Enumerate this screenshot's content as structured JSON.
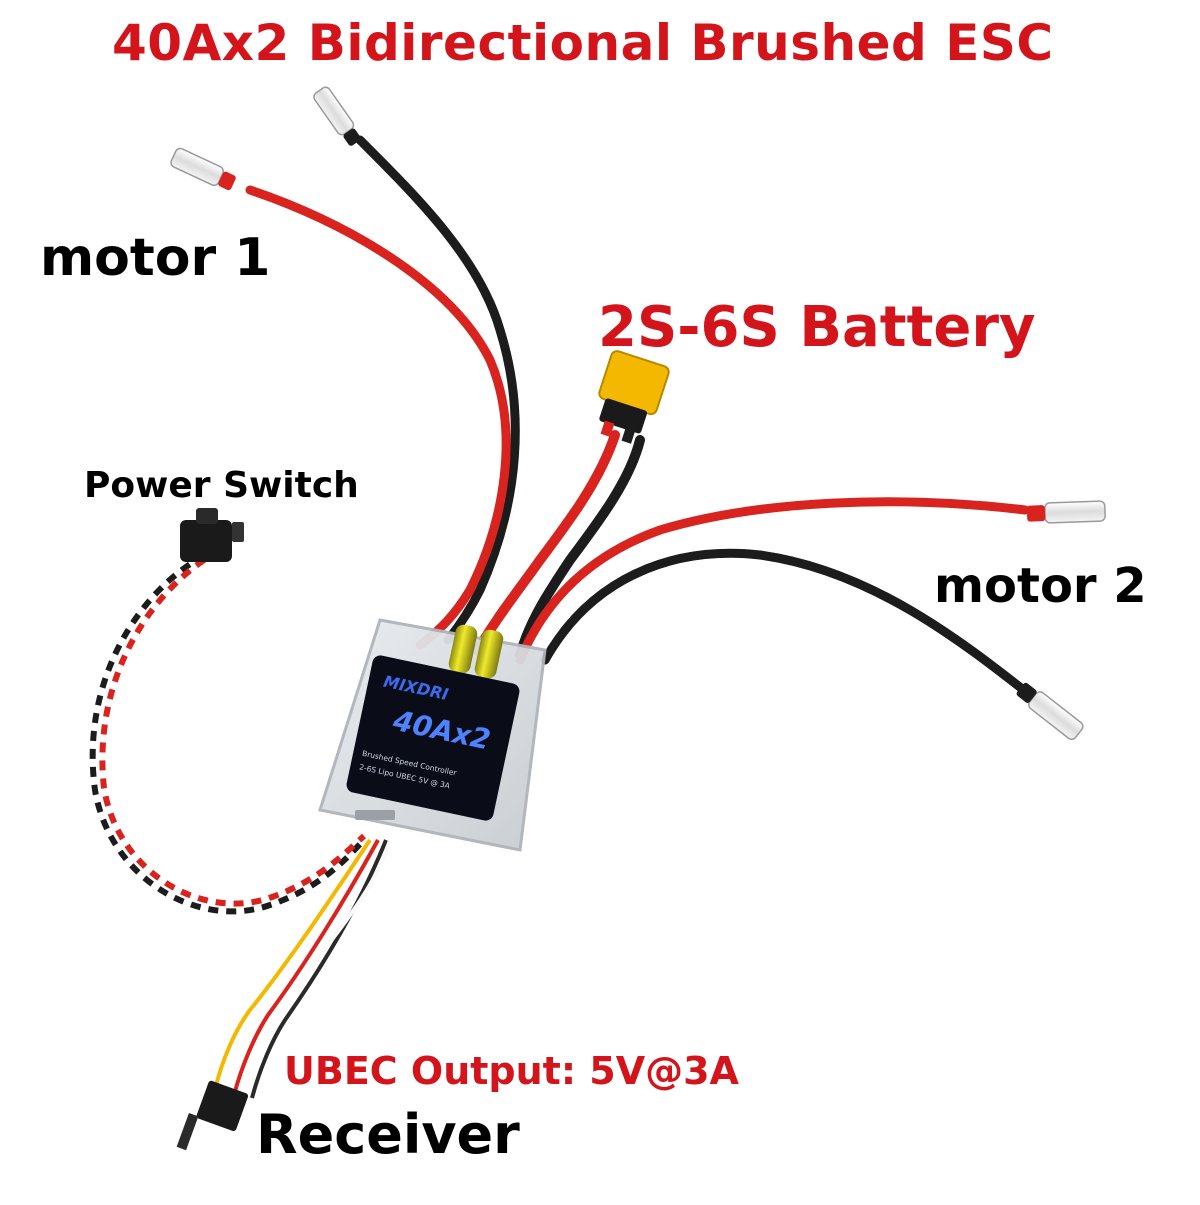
{
  "labels": {
    "title": "40Ax2  Bidirectional Brushed ESC",
    "motor1": "motor 1",
    "battery": "2S-6S Battery",
    "power_switch": "Power Switch",
    "motor2": "motor 2",
    "ubec": "UBEC Output:   5V@3A",
    "receiver": "Receiver"
  },
  "esc_label": {
    "brand": "MIXDRI",
    "model": "40Ax2",
    "line1": "Brushed Speed Controller",
    "line2": "2-6S Lipo    UBEC  5V @ 3A"
  },
  "colors": {
    "accent_red": "#d4141b",
    "wire_red": "#d8231e",
    "wire_black": "#1c1c1c",
    "connector_yellow": "#f5b800",
    "esc_screen": "#0a0d18",
    "esc_text": "#3b6cf0"
  }
}
